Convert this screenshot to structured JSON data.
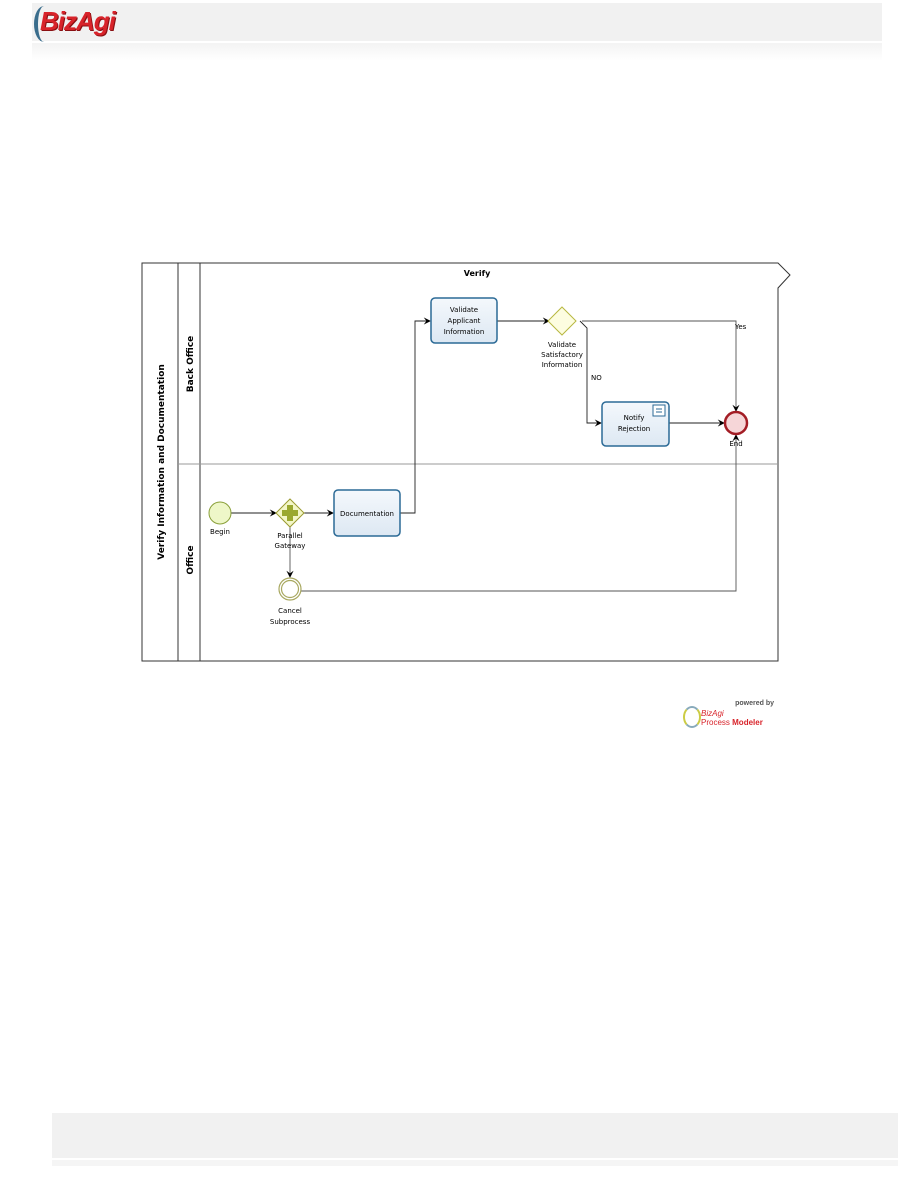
{
  "header": {
    "logo_text": "BizAgi"
  },
  "diagram": {
    "pool_label": "Verify Information and Documentation",
    "process_name": "Verify",
    "lanes": [
      "Back Office",
      "Office"
    ],
    "tasks": {
      "validate_applicant": [
        "Validate",
        "Applicant",
        "Information"
      ],
      "notify_rejection": [
        "Notify",
        "Rejection"
      ],
      "documentation": "Documentation"
    },
    "events": {
      "begin": "Begin",
      "end": "End",
      "cancel": [
        "Cancel",
        "Subprocess"
      ]
    },
    "gateways": {
      "parallel": [
        "Parallel",
        "Gateway"
      ],
      "validate": [
        "Validate",
        "Satisfactory",
        "Information"
      ]
    },
    "flow_labels": {
      "yes": "Yes",
      "no": "NO"
    }
  },
  "powered_by": {
    "line1": "powered by",
    "line2": "BizAgi",
    "line3a": "Process",
    "line3b": "Modeler"
  }
}
